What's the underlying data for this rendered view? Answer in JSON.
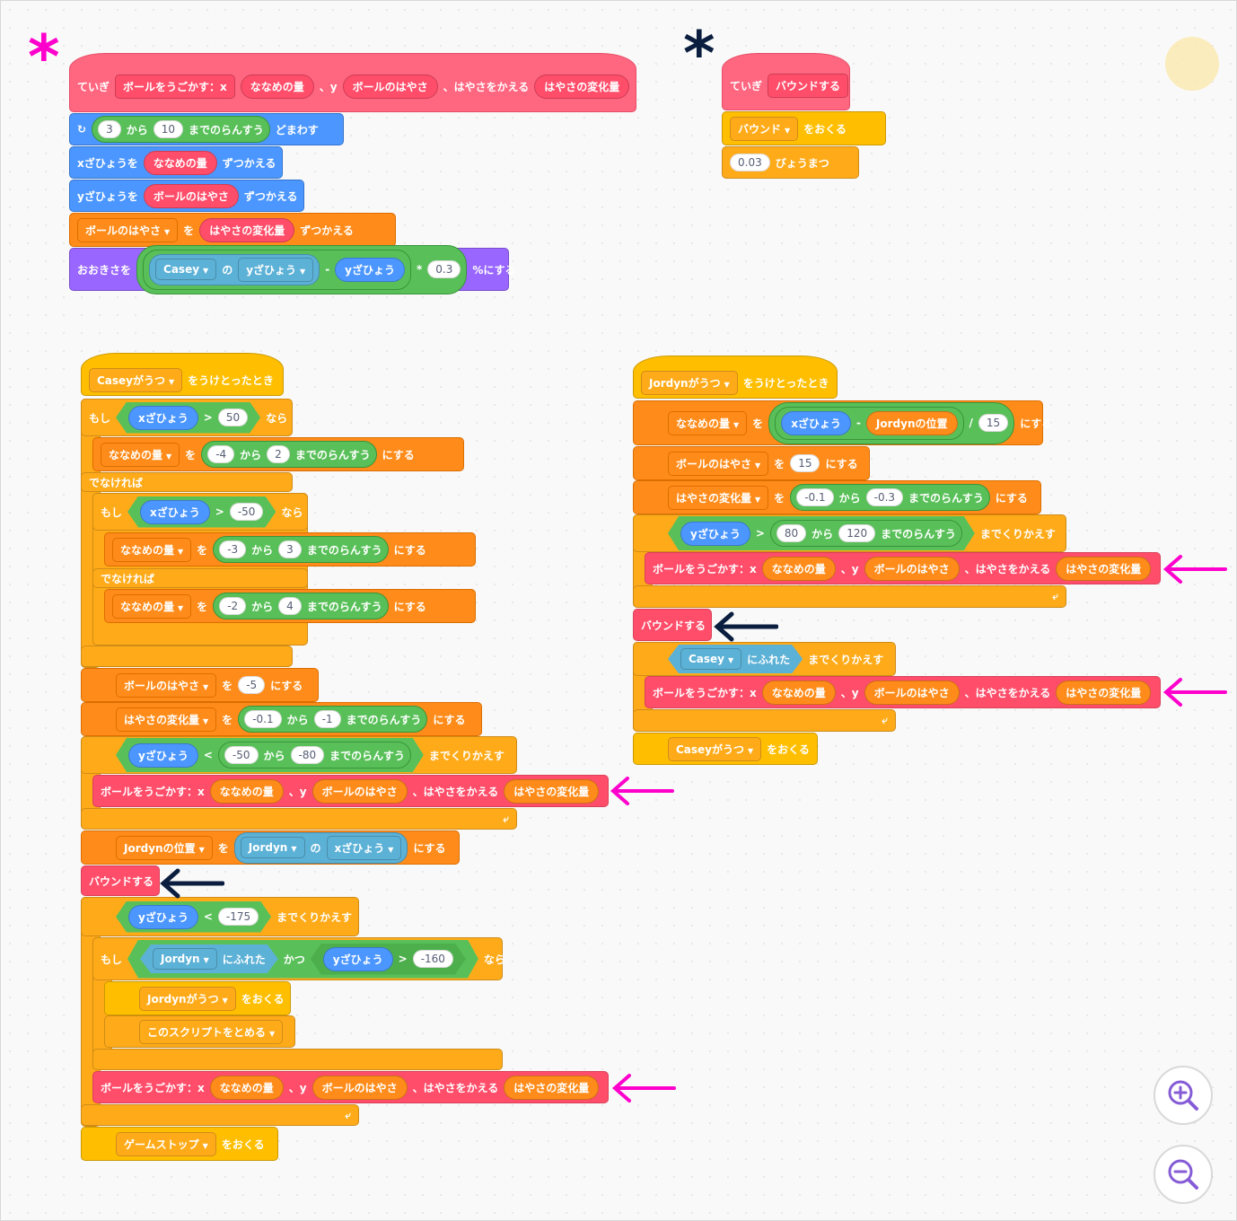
{
  "colors": {
    "pink_annotation": "#ff00cc",
    "navy_annotation": "#0b1e3f"
  },
  "annotations": {
    "asterisk": "*"
  },
  "defs": {
    "move": {
      "define": "ていぎ",
      "name": "ボールをうごかす：x",
      "p1": "ななめの量",
      "sep_y": "、y",
      "p2": "ボールのはやさ",
      "sep_h": "、はやさをかえる",
      "p3": "はやさの変化量"
    },
    "bounce": {
      "define": "ていぎ",
      "name": "バウンドする"
    }
  },
  "move_script": {
    "repeat_random": {
      "from": "3",
      "from_label": "から",
      "to": "10",
      "to_label": "までのらんすう",
      "tail": "どまわす"
    },
    "changex": {
      "pre": "xざひょうを",
      "arg": "ななめの量",
      "post": "ずつかえる"
    },
    "changey": {
      "pre": "yざひょうを",
      "arg": "ボールのはやさ",
      "post": "ずつかえる"
    },
    "changevar": {
      "var": "ボールのはやさ",
      "o": "を",
      "arg": "はやさの変化量",
      "post": "ずつかえる"
    },
    "size": {
      "pre": "おおきさを",
      "sprite": "Casey",
      "no": "の",
      "prop": "yざひょう",
      "minus": "-",
      "ypos": "yざひょう",
      "times": "*",
      "factor": "0.3",
      "post": "%にする"
    }
  },
  "bounce_script": {
    "broadcast": "バウンド",
    "broadcast_post": "をおくる",
    "wait": "0.03",
    "wait_post": "びょうまつ"
  },
  "casey_script": {
    "hat": {
      "msg": "Caseyがうつ",
      "post": "をうけとったとき"
    },
    "if1": {
      "if": "もし",
      "xpos": "xざひょう",
      "gt": ">",
      "v": "50",
      "then": "なら"
    },
    "set_a": {
      "var": "ななめの量",
      "o": "を",
      "from": "-4",
      "kara": "から",
      "to": "2",
      "rand": "までのらんすう",
      "post": "にする"
    },
    "else1": "でなければ",
    "if2": {
      "if": "もし",
      "xpos": "xざひょう",
      "gt": ">",
      "v": "-50",
      "then": "なら"
    },
    "set_b": {
      "var": "ななめの量",
      "o": "を",
      "from": "-3",
      "kara": "から",
      "to": "3",
      "rand": "までのらんすう",
      "post": "にする"
    },
    "else2": "でなければ",
    "set_c": {
      "var": "ななめの量",
      "o": "を",
      "from": "-2",
      "kara": "から",
      "to": "4",
      "rand": "までのらんすう",
      "post": "にする"
    },
    "set_speed": {
      "var": "ボールのはやさ",
      "o": "を",
      "v": "-5",
      "post": "にする"
    },
    "set_change": {
      "var": "はやさの変化量",
      "o": "を",
      "from": "-0.1",
      "kara": "から",
      "to": "-1",
      "rand": "までのらんすう",
      "post": "にする"
    },
    "repeat1": {
      "ypos": "yざひょう",
      "lt": "<",
      "from": "-50",
      "kara": "から",
      "to": "-80",
      "rand": "までのらんすう",
      "post": "までくりかえす"
    },
    "move1": {
      "name": "ボールをうごかす：x",
      "p1": "ななめの量",
      "sep_y": "、y",
      "p2": "ボールのはやさ",
      "sep_h": "、はやさをかえる",
      "p3": "はやさの変化量"
    },
    "set_jpos": {
      "var": "Jordynの位置",
      "o": "を",
      "sprite": "Jordyn",
      "no": "の",
      "prop": "xざひょう",
      "post": "にする"
    },
    "bounce": "バウンドする",
    "repeat2": {
      "ypos": "yざひょう",
      "lt": "<",
      "v": "-175",
      "post": "までくりかえす"
    },
    "if3": {
      "if": "もし",
      "sprite": "Jordyn",
      "touch": "にふれた",
      "and": "かつ",
      "ypos": "yざひょう",
      "gt": ">",
      "v": "-160",
      "then": "なら"
    },
    "bc_j": {
      "msg": "Jordynがうつ",
      "post": "をおくる"
    },
    "stop": {
      "opt": "このスクリプトをとめる"
    },
    "move2": {
      "name": "ボールをうごかす：x",
      "p1": "ななめの量",
      "sep_y": "、y",
      "p2": "ボールのはやさ",
      "sep_h": "、はやさをかえる",
      "p3": "はやさの変化量"
    },
    "bc_stop": {
      "msg": "ゲームストップ",
      "post": "をおくる"
    }
  },
  "jordyn_script": {
    "hat": {
      "msg": "Jordynがうつ",
      "post": "をうけとったとき"
    },
    "set_slant": {
      "var": "ななめの量",
      "o": "を",
      "xpos": "xざひょう",
      "minus": "-",
      "jpos": "Jordynの位置",
      "div": "/",
      "v": "15",
      "post": "にする"
    },
    "set_speed": {
      "var": "ボールのはやさ",
      "o": "を",
      "v": "15",
      "post": "にする"
    },
    "set_change": {
      "var": "はやさの変化量",
      "o": "を",
      "from": "-0.1",
      "kara": "から",
      "to": "-0.3",
      "rand": "までのらんすう",
      "post": "にする"
    },
    "repeat1": {
      "ypos": "yざひょう",
      "gt": ">",
      "from": "80",
      "kara": "から",
      "to": "120",
      "rand": "までのらんすう",
      "post": "までくりかえす"
    },
    "move1": {
      "name": "ボールをうごかす：x",
      "p1": "ななめの量",
      "sep_y": "、y",
      "p2": "ボールのはやさ",
      "sep_h": "、はやさをかえる",
      "p3": "はやさの変化量"
    },
    "bounce": "バウンドする",
    "repeat2": {
      "sprite": "Casey",
      "touch": "にふれた",
      "post": "までくりかえす"
    },
    "move2": {
      "name": "ボールをうごかす：x",
      "p1": "ななめの量",
      "sep_y": "、y",
      "p2": "ボールのはやさ",
      "sep_h": "、はやさをかえる",
      "p3": "はやさの変化量"
    },
    "bc": {
      "msg": "Caseyがうつ",
      "post": "をおくる"
    }
  },
  "icons": {
    "zoom_in": "zoom-in-icon",
    "zoom_out": "zoom-out-icon",
    "sprite": "baseball-icon"
  }
}
